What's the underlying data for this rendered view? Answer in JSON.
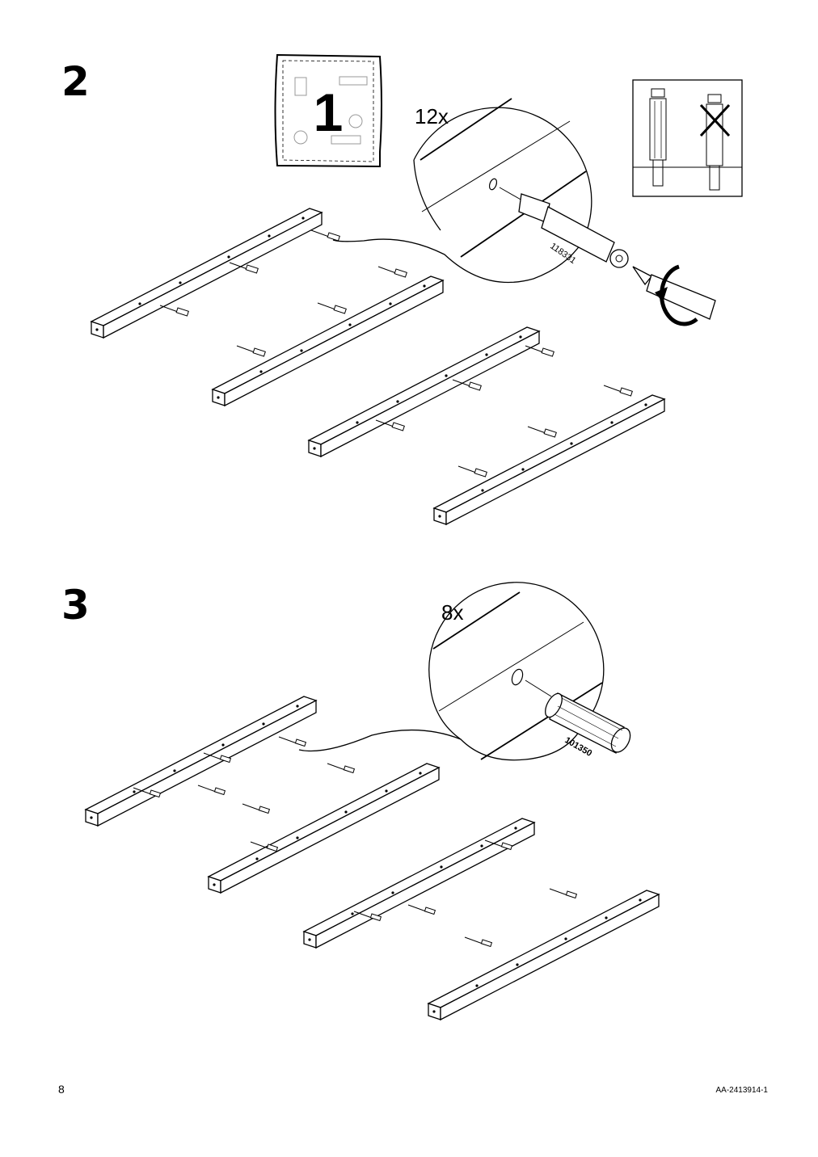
{
  "page": {
    "step_2": {
      "number": "2",
      "bag_label": "1",
      "quantity": "12x",
      "part_number": "118331",
      "illustration_icons": [
        "hardware-bag-icon",
        "cam-bolt-icon",
        "screwdriver-icon",
        "rotate-arrow-icon",
        "do-not-overtighten-icon"
      ]
    },
    "step_3": {
      "number": "3",
      "quantity": "8x",
      "part_number": "101350",
      "illustration_icons": [
        "wooden-dowel-icon"
      ]
    },
    "footer": {
      "page_number": "8",
      "document_code": "AA-2413914-1"
    }
  }
}
